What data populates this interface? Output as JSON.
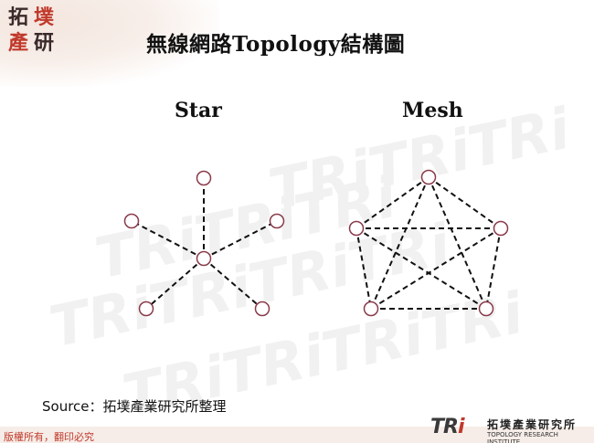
{
  "slide": {
    "title": "無線網路Topology結構圖",
    "source": "Source：拓墣產業研究所整理",
    "copyright": "版權所有，翻印必究"
  },
  "logo_top_left": {
    "chars": [
      "拓",
      "墣",
      "產",
      "研"
    ]
  },
  "logo_bottom_right": {
    "mark_a": "TR",
    "mark_b": "i",
    "name_cn": "拓墣產業研究所",
    "name_en": "TOPOLOGY RESEARCH INSTITUTE"
  },
  "diagrams": {
    "star": {
      "label": "Star"
    },
    "mesh": {
      "label": "Mesh"
    }
  },
  "colors": {
    "node_stroke": "#8a3a4a",
    "edge": "#111111",
    "accent_red": "#c0392b"
  }
}
